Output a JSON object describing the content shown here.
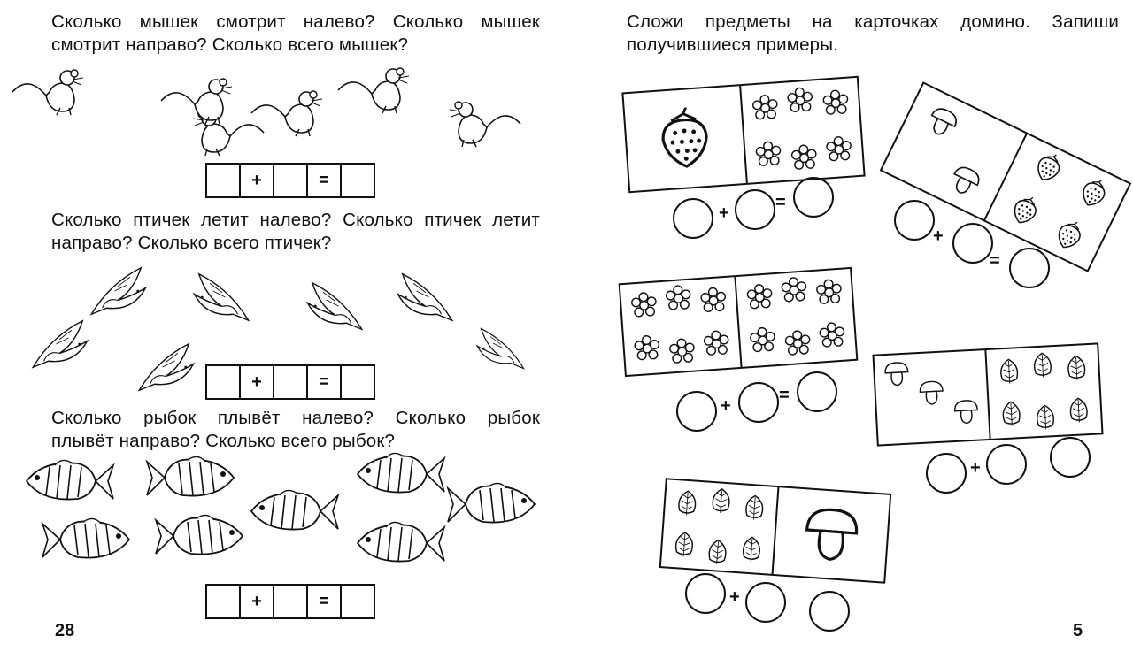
{
  "left_page": {
    "page_number": "28",
    "tasks": [
      {
        "lines": [
          "Сколько мышек смотрит налево? Сколько мышек",
          "смотрит направо? Сколько всего мышек?"
        ],
        "answer": [
          "",
          "+",
          "",
          "=",
          ""
        ]
      },
      {
        "lines": [
          "Сколько птичек летит налево? Сколько птичек летит",
          "направо? Сколько всего птичек?"
        ],
        "answer": [
          "",
          "+",
          "",
          "=",
          ""
        ]
      },
      {
        "lines": [
          "Сколько рыбок плывёт налево? Сколько рыбок",
          "плывёт направо? Сколько всего рыбок?"
        ],
        "answer": [
          "",
          "+",
          "",
          "=",
          ""
        ]
      }
    ],
    "illustrations": [
      "mouse-icon",
      "bird-icon",
      "fish-icon"
    ]
  },
  "right_page": {
    "page_number": "5",
    "task": {
      "lines": [
        "Сложи предметы на карточках домино. Запиши",
        "получившиеся примеры."
      ]
    },
    "dominoes": [
      {
        "left": {
          "item": "strawberry-icon",
          "count": 1
        },
        "right": {
          "item": "flower-icon",
          "count": 6
        },
        "ops": [
          "+",
          "="
        ]
      },
      {
        "left": {
          "item": "mushroom-icon",
          "count": 2
        },
        "right": {
          "item": "strawberry-icon",
          "count": 4
        },
        "ops": [
          "+",
          "="
        ]
      },
      {
        "left": {
          "item": "flower-icon",
          "count": 6
        },
        "right": {
          "item": "flower-icon",
          "count": 6
        },
        "ops": [
          "+",
          "="
        ]
      },
      {
        "left": {
          "item": "mushroom-icon",
          "count": 3
        },
        "right": {
          "item": "leaf-icon",
          "count": 6
        },
        "ops": [
          "+",
          ""
        ]
      },
      {
        "left": {
          "item": "leaf-icon",
          "count": 6
        },
        "right": {
          "item": "mushroom-icon",
          "count": 1
        },
        "ops": [
          "+",
          ""
        ]
      }
    ]
  }
}
